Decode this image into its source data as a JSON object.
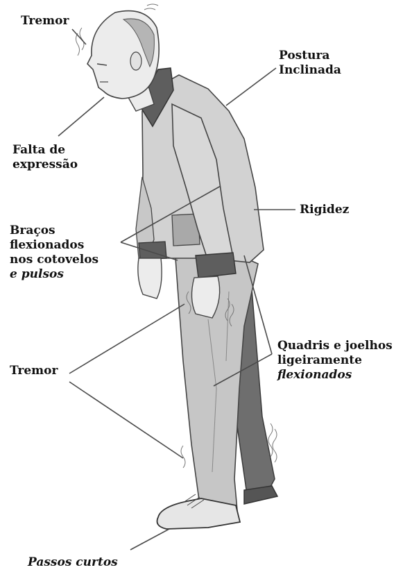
{
  "labels": {
    "tremor_head": "Tremor",
    "postura": [
      "Postura",
      "Inclinada"
    ],
    "falta": [
      "Falta de",
      "expressão"
    ],
    "rigidez": "Rigidez",
    "bracos": [
      "Braços",
      "flexionados",
      "nos cotovelos",
      "e pulsos"
    ],
    "tremor_body": "Tremor",
    "quadris": [
      "Quadris e joelhos",
      "ligeiramente",
      "flexionados"
    ],
    "passos": "Passos curtos"
  },
  "colors": {
    "line": "#4a4a4a",
    "skin": "#ececec",
    "jacket": "#d2d2d2",
    "jacket_shadow": "#a9a9a9",
    "collar": "#5e5e5e",
    "pants": "#c6c6c6",
    "pants_back": "#6e6e6e",
    "shoe": "#e6e6e6"
  }
}
